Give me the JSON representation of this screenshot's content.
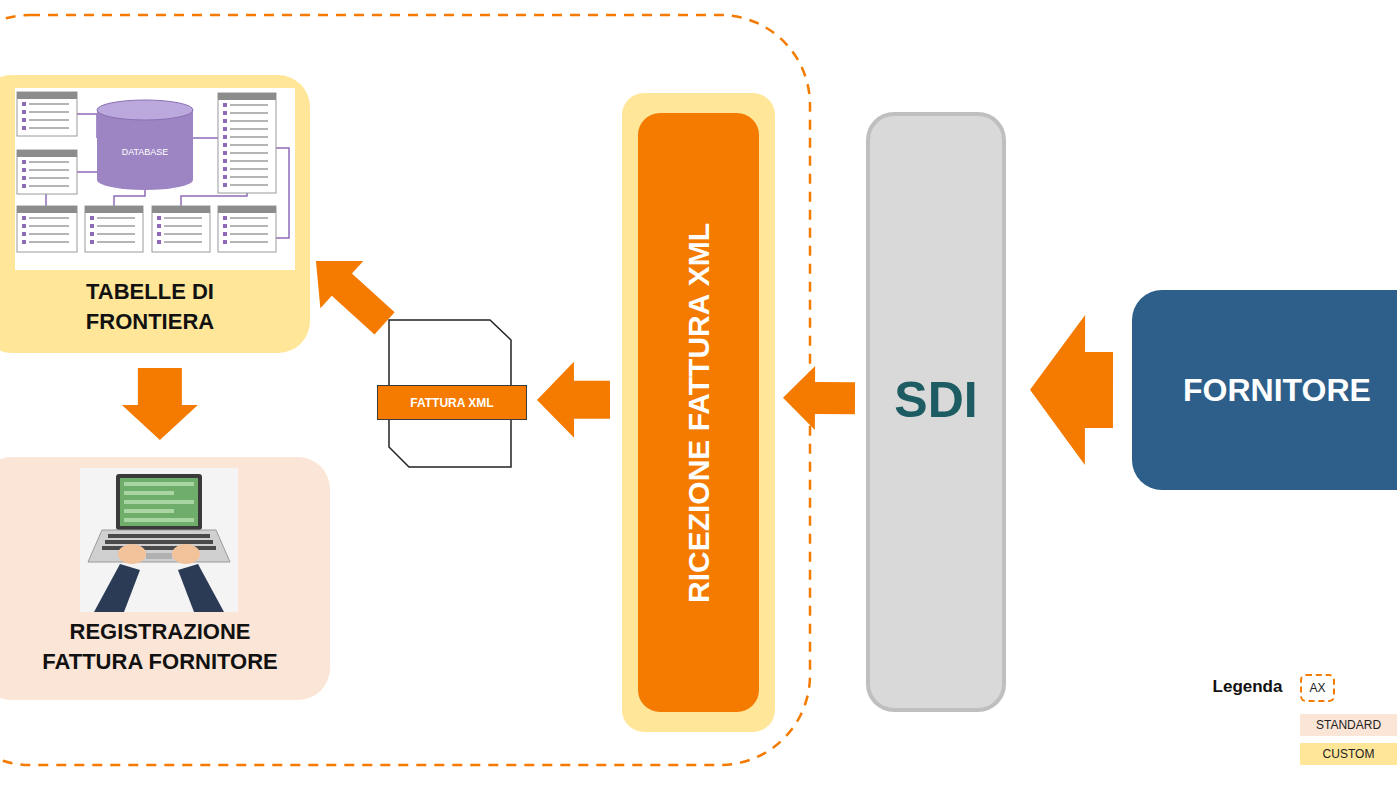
{
  "diagram": {
    "nodes": [
      {
        "text": [
          "TABELLE DI FRONTIERA"
        ]
      },
      {
        "text": [
          "REGISTRAZIONE FATTURA FORNITORE"
        ]
      },
      {
        "text": [
          "FATTURA XML"
        ]
      },
      {
        "text": [
          "RICEZIONE FATTURA XML"
        ]
      },
      {
        "text": [
          "SDI"
        ]
      },
      {
        "text": [
          "FORNITORE"
        ]
      }
    ],
    "edges": [
      {
        "from": 5,
        "to": 4,
        "arrow": "to"
      },
      {
        "from": 4,
        "to": 3,
        "arrow": "to"
      },
      {
        "from": 3,
        "to": 2,
        "arrow": "to"
      },
      {
        "from": 2,
        "to": 0,
        "arrow": "to"
      },
      {
        "from": 0,
        "to": 1,
        "arrow": "to"
      }
    ],
    "labels": [
      "DATABASE",
      "Legenda"
    ],
    "legend": [
      {
        "text": "AX"
      },
      {
        "text": "STANDARD",
        "color": "#fbe5d6"
      },
      {
        "text": "CUSTOM",
        "color": "#ffe699"
      }
    ]
  }
}
